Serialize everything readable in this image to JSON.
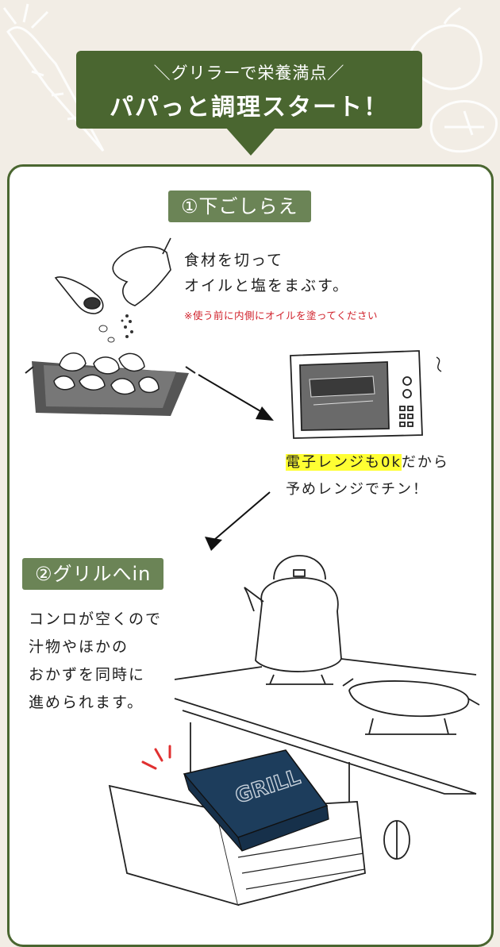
{
  "banner": {
    "subtitle": "＼グリラーで栄養満点／",
    "title": "パパっと調理スタート！"
  },
  "step1": {
    "label": "①下ごしらえ",
    "text_line1": "食材を切って",
    "text_line2": "オイルと塩をまぶす。",
    "note": "※使う前に内側にオイルを塗ってください",
    "microwave_highlight": "電子レンジも0k",
    "microwave_line1_rest": "だから",
    "microwave_line2": "予めレンジでチン！"
  },
  "step2": {
    "label": "②グリルへin",
    "text_lines": [
      "コンロが空くので",
      "汁物やほかの",
      "おかずを同時に",
      "進められます。"
    ],
    "tray_text": "GRILL"
  },
  "colors": {
    "accent_green": "#4a6630",
    "label_green": "#6b8456",
    "note_red": "#d0202a",
    "highlight_yellow": "#ffff33",
    "tray_navy": "#1d3d5c"
  }
}
